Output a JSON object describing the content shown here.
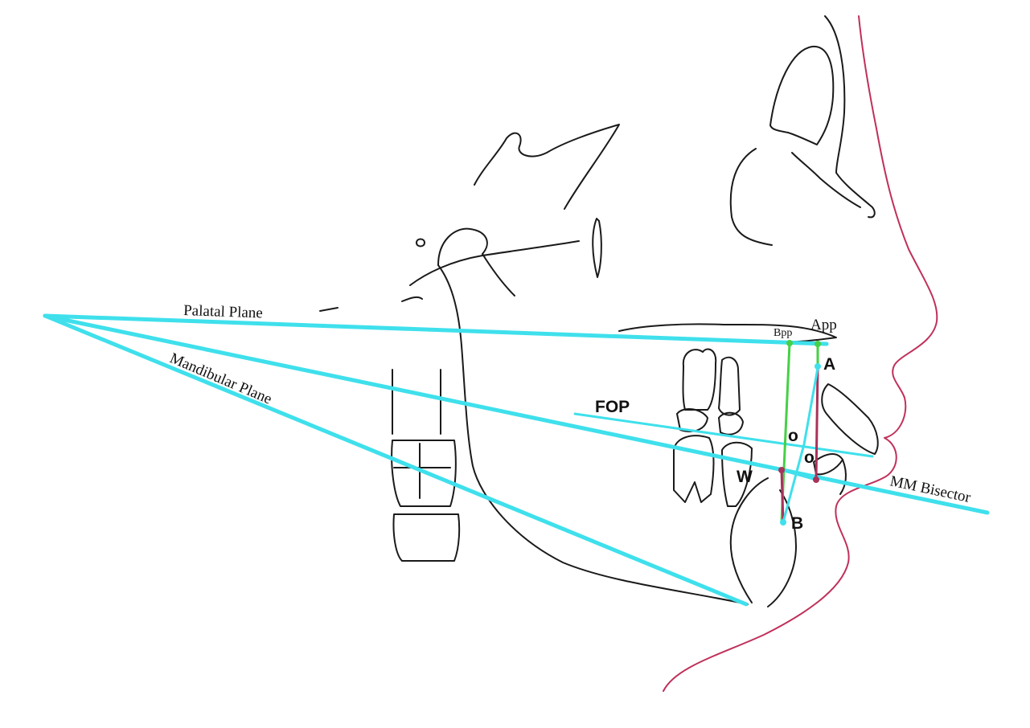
{
  "labels": {
    "palatal_plane": "Palatal Plane",
    "mandibular_plane": "Mandibular Plane",
    "mm_bisector": "MM Bisector",
    "fop": "FOP",
    "app": "App",
    "bpp": "Bpp",
    "point_a": "A",
    "point_b": "B",
    "point_w": "W",
    "point_o_upper": "o",
    "point_o_lower": "o"
  },
  "colors": {
    "reference_lines": "#3fe0ec",
    "projection_green": "#46d046",
    "projection_maroon": "#a8325a",
    "soft_tissue_profile": "#c0305a",
    "tracing": "#1a1a1a"
  }
}
